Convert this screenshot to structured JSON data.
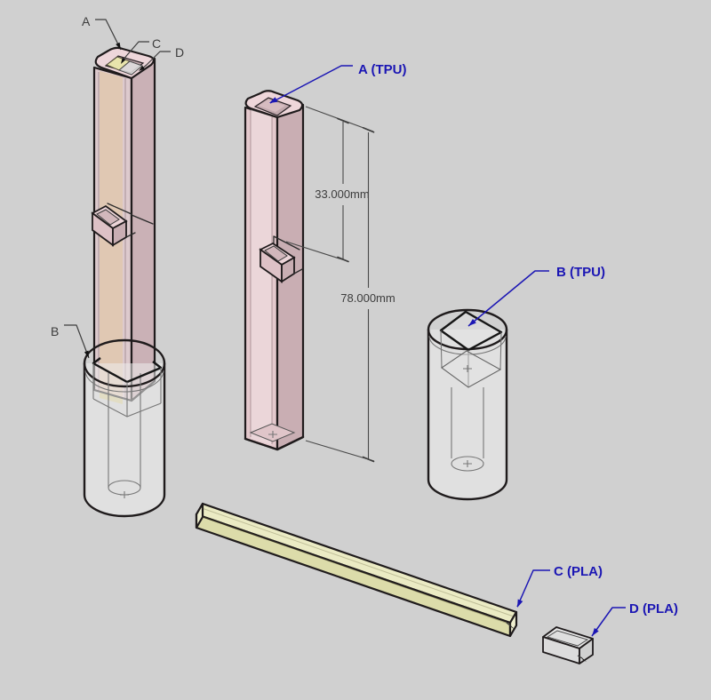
{
  "scene": {
    "type": "3d-cad-exploded-view",
    "background_color": "#d0d0d0",
    "accent_blue": "#1b16b4",
    "annotation_gray": "#3d3d3d",
    "part_colors": {
      "tpu_pink": "#e4c9cd",
      "pla_yellow": "#e6e2ac",
      "translucent_gray": "#ececec"
    }
  },
  "assembly": {
    "callouts": {
      "a": "A",
      "b": "B",
      "c": "C",
      "d": "D"
    }
  },
  "parts": {
    "a": {
      "label": "A (TPU)"
    },
    "b": {
      "label": "B (TPU)"
    },
    "c": {
      "label": "C (PLA)"
    },
    "d": {
      "label": "D (PLA)"
    }
  },
  "dimensions": {
    "top_to_notch": "33.000mm",
    "overall": "78.000mm"
  }
}
